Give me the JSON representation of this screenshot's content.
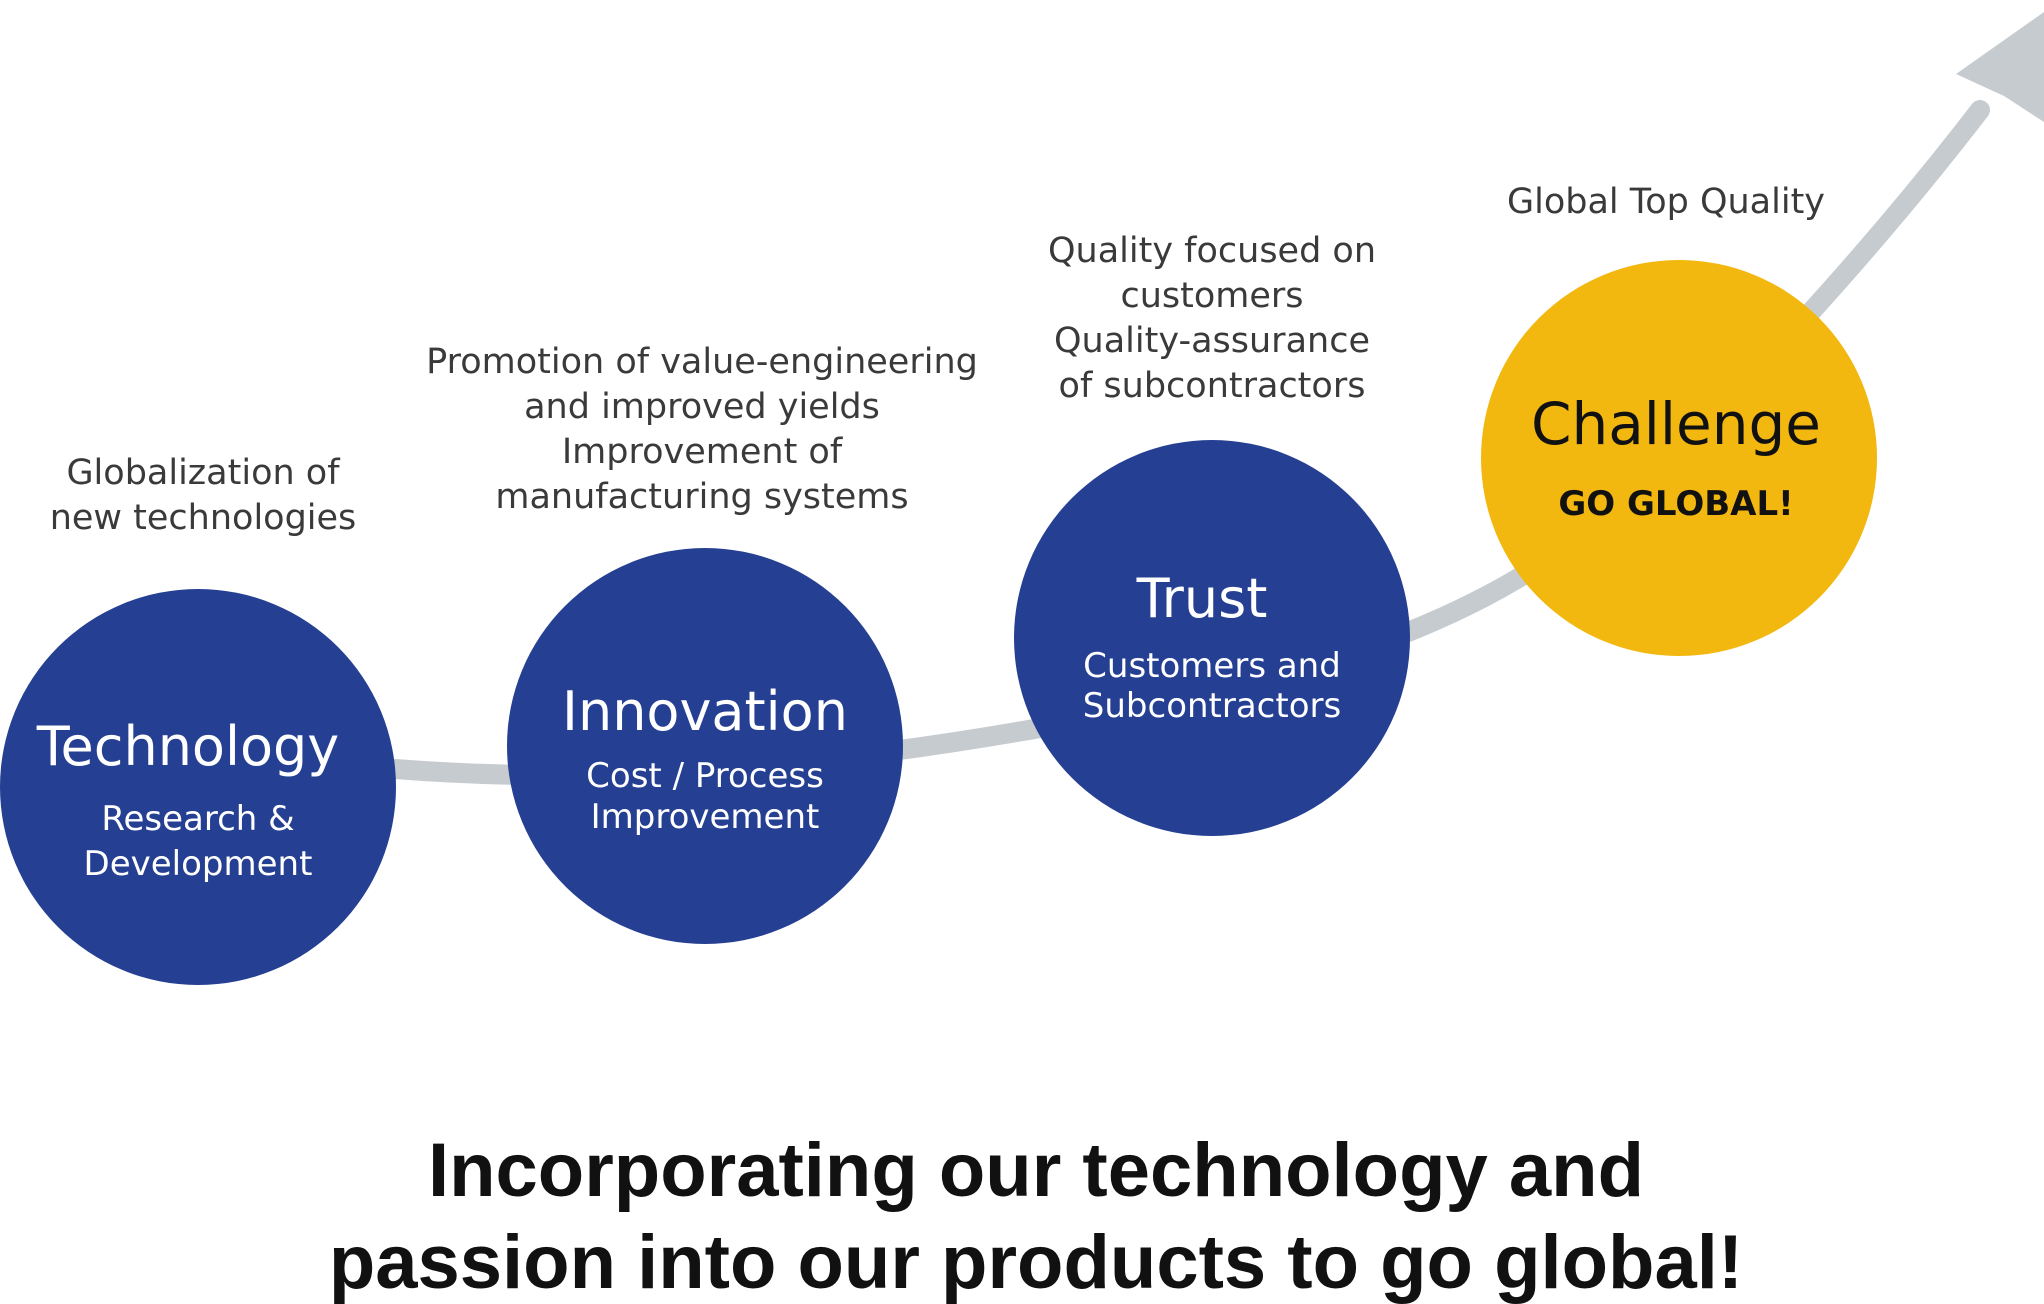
{
  "colors": {
    "navy": "#253f92",
    "gold": "#f2b80f",
    "path": "#c6cbd0",
    "caption_text": "#3a3a3a",
    "slogan_text": "#111111"
  },
  "stages": [
    {
      "title": "Technology",
      "subtitle": [
        "Research &",
        "Development"
      ],
      "caption": [
        "Globalization of",
        "new technologies"
      ]
    },
    {
      "title": "Innovation",
      "subtitle": [
        "Cost / Process",
        "Improvement"
      ],
      "caption": [
        "Promotion of value-engineering",
        "and improved yields",
        "Improvement of",
        "manufacturing systems"
      ]
    },
    {
      "title": "Trust",
      "subtitle": [
        "Customers and",
        "Subcontractors"
      ],
      "caption": [
        "Quality focused on",
        "customers",
        "Quality-assurance",
        "of subcontractors"
      ]
    },
    {
      "title": "Challenge",
      "subtitle": [
        "GO GLOBAL!"
      ],
      "caption": [
        "Global Top Quality"
      ]
    }
  ],
  "slogan": [
    "Incorporating our technology and",
    "passion into our products to go global!"
  ]
}
